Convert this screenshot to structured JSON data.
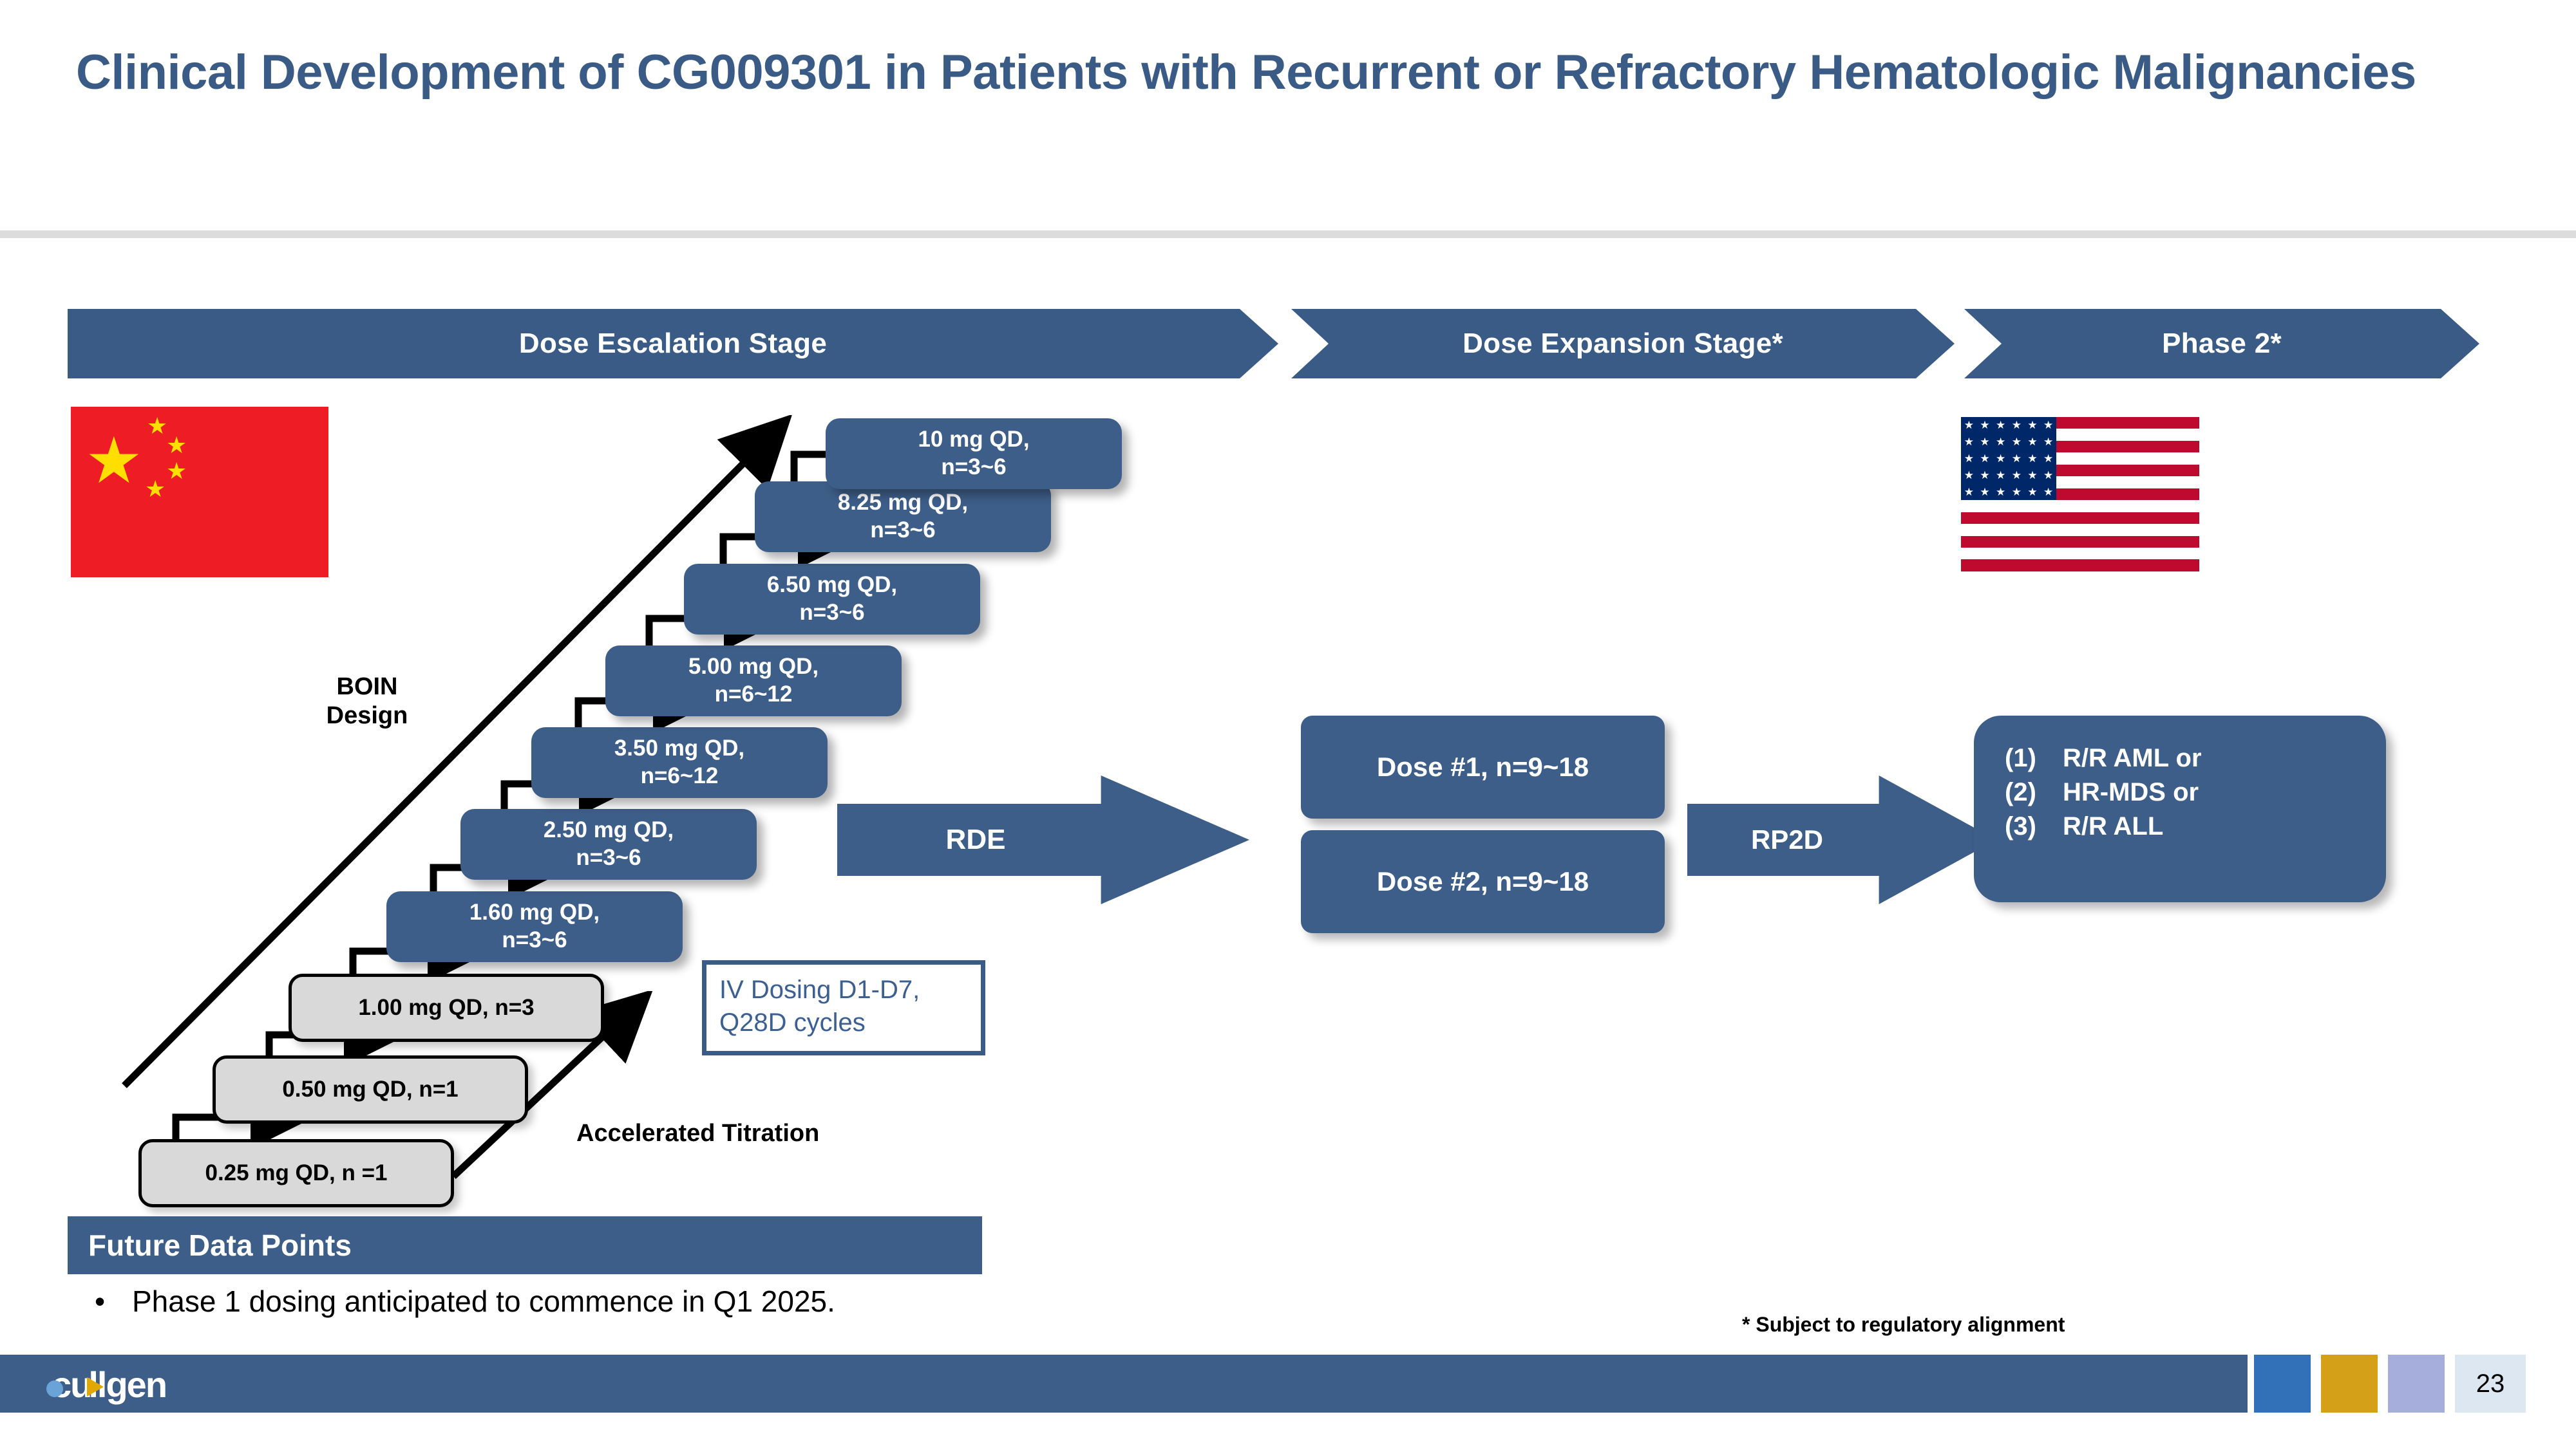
{
  "slide": {
    "title": "Clinical Development of CG009301 in Patients with Recurrent or Refractory Hematologic Malignancies",
    "page_number": "23",
    "footnote": "* Subject to regulatory alignment",
    "brand_logo_text": "cullgen"
  },
  "colors": {
    "brand_blue": "#395B86",
    "box_blue": "#3D5E88",
    "gray_box": "#D9D9D9",
    "divider": "#DCDCDC",
    "flag_cn_red": "#EE1C25",
    "flag_cn_gold": "#FFDE00",
    "flag_us_red": "#BF0A30",
    "flag_us_blue": "#002868",
    "swatch_blue": "#3270B8",
    "swatch_gold": "#D4A017",
    "swatch_periwinkle": "#A6AEDB",
    "swatch_pale": "#DCE7F1"
  },
  "stages": [
    {
      "label": "Dose Escalation Stage"
    },
    {
      "label": "Dose Expansion Stage*"
    },
    {
      "label": "Phase 2*"
    }
  ],
  "flags": [
    {
      "name": "china-flag",
      "country": "China"
    },
    {
      "name": "usa-flag",
      "country": "United States"
    }
  ],
  "escalation": {
    "boin_label_line1": "BOIN",
    "boin_label_line2": "Design",
    "accelerated_label": "Accelerated Titration",
    "callout_line1": "IV Dosing D1-D7,",
    "callout_line2": "Q28D cycles",
    "dose_levels": [
      {
        "dose": "0.25 mg QD, n =1",
        "line2": "",
        "style": "gray"
      },
      {
        "dose": "0.50  mg QD, n=1",
        "line2": "",
        "style": "gray"
      },
      {
        "dose": "1.00 mg QD, n=3",
        "line2": "",
        "style": "gray"
      },
      {
        "dose": "1.60  mg QD,",
        "line2": "n=3~6",
        "style": "blue"
      },
      {
        "dose": "2.50 mg QD,",
        "line2": "n=3~6",
        "style": "blue"
      },
      {
        "dose": "3.50 mg QD,",
        "line2": "n=6~12",
        "style": "blue"
      },
      {
        "dose": "5.00 mg QD,",
        "line2": "n=6~12",
        "style": "blue"
      },
      {
        "dose": "6.50 mg QD,",
        "line2": "n=3~6",
        "style": "blue"
      },
      {
        "dose": "8.25 mg QD,",
        "line2": "n=3~6",
        "style": "blue"
      },
      {
        "dose": "10 mg QD,",
        "line2": "n=3~6",
        "style": "blue"
      }
    ]
  },
  "transitions": {
    "rde_label": "RDE",
    "rp2d_label": "RP2D"
  },
  "expansion": {
    "doses": [
      {
        "label": "Dose #1, n=9~18"
      },
      {
        "label": "Dose #2, n=9~18"
      }
    ]
  },
  "phase2": {
    "populations": [
      {
        "num": "(1)",
        "text": "R/R AML or"
      },
      {
        "num": "(2)",
        "text": "HR-MDS or"
      },
      {
        "num": "(3)",
        "text": "R/R ALL"
      }
    ]
  },
  "future_data_points": {
    "heading": "Future Data Points",
    "bullet_marker": "•",
    "bullets": [
      "Phase 1 dosing anticipated to commence in Q1 2025."
    ]
  }
}
